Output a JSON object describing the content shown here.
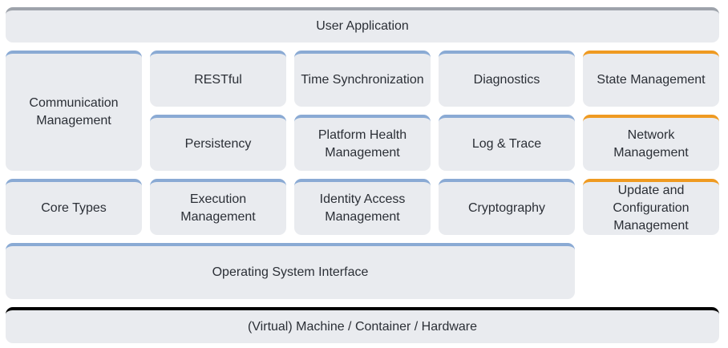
{
  "layers": {
    "user_application": "User Application",
    "communication_management": "Communication\nManagement",
    "restful": "RESTful",
    "time_synchronization": "Time Synchronization",
    "diagnostics": "Diagnostics",
    "state_management": "State Management",
    "persistency": "Persistency",
    "platform_health_management": "Platform Health\nManagement",
    "log_and_trace": "Log & Trace",
    "network_management": "Network\nManagement",
    "core_types": "Core Types",
    "execution_management": "Execution\nManagement",
    "identity_access_management": "Identity Access\nManagement",
    "cryptography": "Cryptography",
    "update_configuration_management": "Update and\nConfiguration\nManagement",
    "operating_system_interface": "Operating System Interface",
    "hardware": "(Virtual) Machine / Container / Hardware"
  },
  "colors": {
    "block_fill": "#e9ebef",
    "accent_blue": "#8aaad4",
    "accent_orange": "#ef9a21",
    "accent_gray": "#9ea3ab",
    "accent_black": "#000000"
  }
}
